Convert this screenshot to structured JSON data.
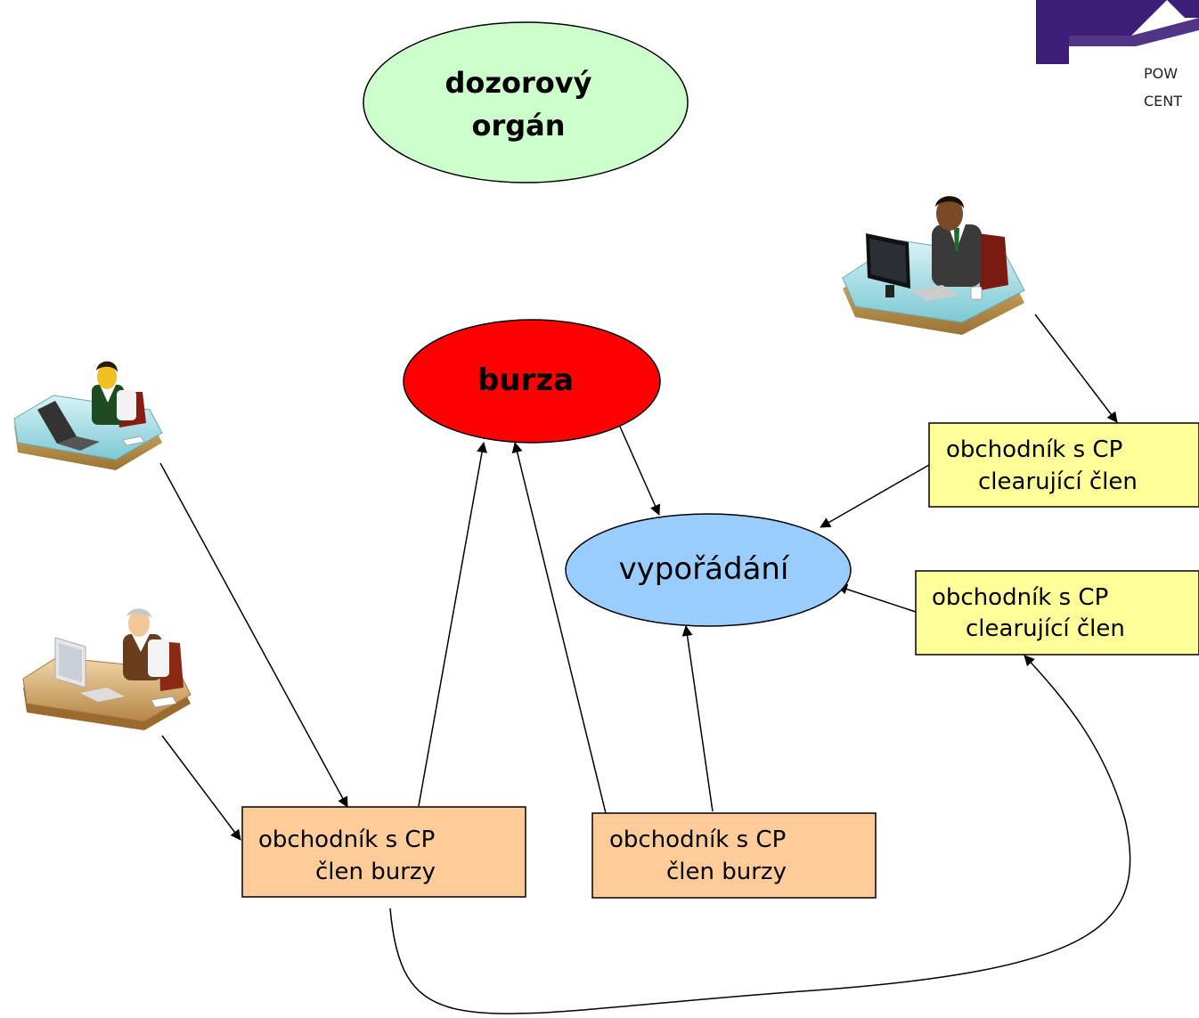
{
  "diagram": {
    "supervisor": {
      "line1": "dozorový",
      "line2": "orgán",
      "fill": "#ccffcc"
    },
    "exchange": {
      "label": "burza",
      "fill": "#ff0000"
    },
    "settlement": {
      "label": "vypořádání",
      "fill": "#99ccff"
    },
    "clearing_box_1": {
      "line1": "obchodník s CP",
      "line2": "clearující člen",
      "fill": "#ffff99"
    },
    "clearing_box_2": {
      "line1": "obchodník s CP",
      "line2": "clearující člen",
      "fill": "#ffff99"
    },
    "member_box_1": {
      "line1": "obchodník s CP",
      "line2": "člen burzy",
      "fill": "#ffcc99"
    },
    "member_box_2": {
      "line1": "obchodník s CP",
      "line2": "člen burzy",
      "fill": "#ffcc99"
    },
    "stroke_color": "#000000"
  },
  "logo": {
    "line1": "POW",
    "line2": "CENT",
    "color": "#3d1f7a"
  }
}
